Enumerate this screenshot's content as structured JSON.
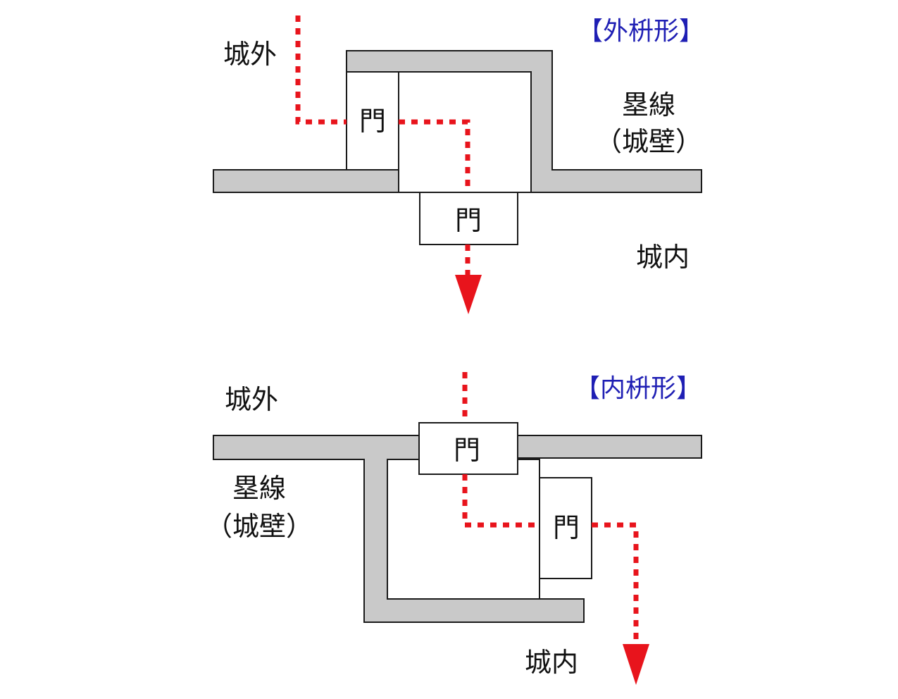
{
  "colors": {
    "wall": "#c9c9c9",
    "route": "#e8141c",
    "title": "#1f1fb4",
    "text": "#111111"
  },
  "outer_masugata": {
    "title": "【外枡形】",
    "outside_label": "城外",
    "inside_label": "城内",
    "wall_label_line1": "塁線",
    "wall_label_line2": "（城壁）",
    "gate_outer_label": "門",
    "gate_inner_label": "門"
  },
  "inner_masugata": {
    "title": "【内枡形】",
    "outside_label": "城外",
    "inside_label": "城内",
    "wall_label_line1": "塁線",
    "wall_label_line2": "（城壁）",
    "gate_outer_label": "門",
    "gate_inner_label": "門"
  }
}
